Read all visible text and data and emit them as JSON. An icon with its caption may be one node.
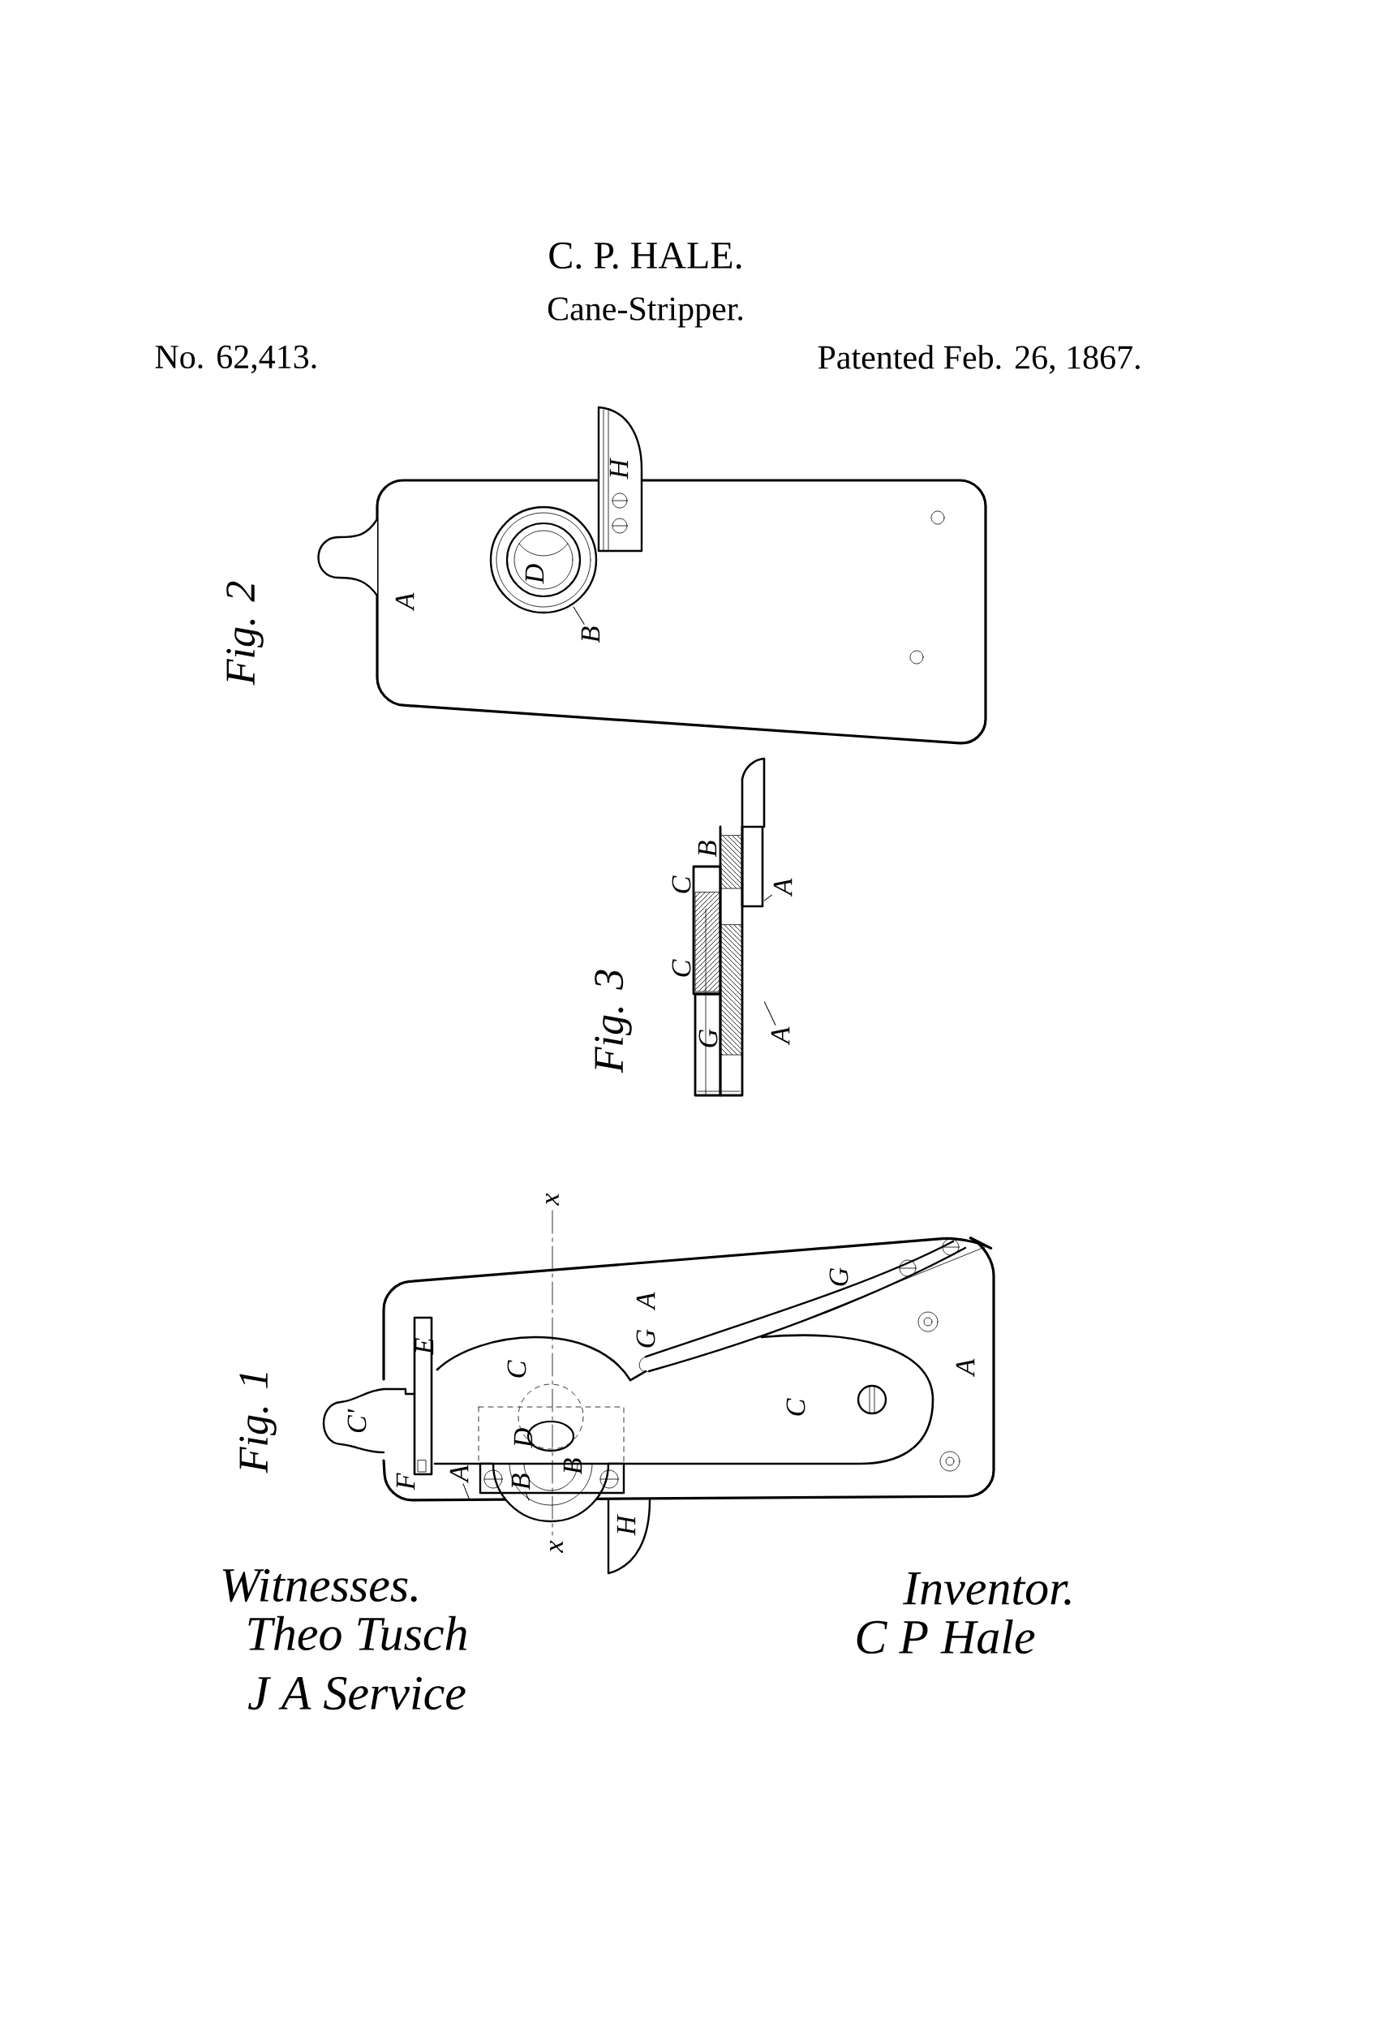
{
  "diagram": {
    "title": "C. P. HALE.",
    "nodes": [
      {
        "text": [
          "B"
        ]
      },
      {
        "text": [
          "A"
        ]
      },
      {
        "text": [
          "A"
        ]
      },
      {
        "text": [
          "A"
        ]
      },
      {
        "text": [
          "B"
        ]
      },
      {
        "text": [],
        "shape": "picture"
      }
    ],
    "edges": [
      {
        "from": 0,
        "to": null,
        "arrow": "none"
      },
      {
        "from": 1,
        "to": 5,
        "arrow": "none"
      },
      {
        "from": 2,
        "to": 5,
        "arrow": "none"
      },
      {
        "from": 3,
        "to": null,
        "arrow": "none"
      },
      {
        "from": 4,
        "to": null,
        "arrow": "none"
      }
    ],
    "labels": [
      "Cane-Stripper.",
      "No. 62,413.",
      "Patented Feb. 26, 1867.",
      "H",
      "D",
      "A",
      "Fig. 2",
      "B",
      "C",
      "C",
      "G",
      "Fig. 3",
      "x",
      "A",
      "G",
      "E",
      "C",
      "C'",
      "C",
      "G",
      "A",
      "F",
      "D",
      "B",
      "H",
      "x",
      "Fig. 1",
      "Witnesses.",
      "Theo Tusch",
      "J A Service",
      "Inventor.",
      "C P Hale"
    ]
  }
}
